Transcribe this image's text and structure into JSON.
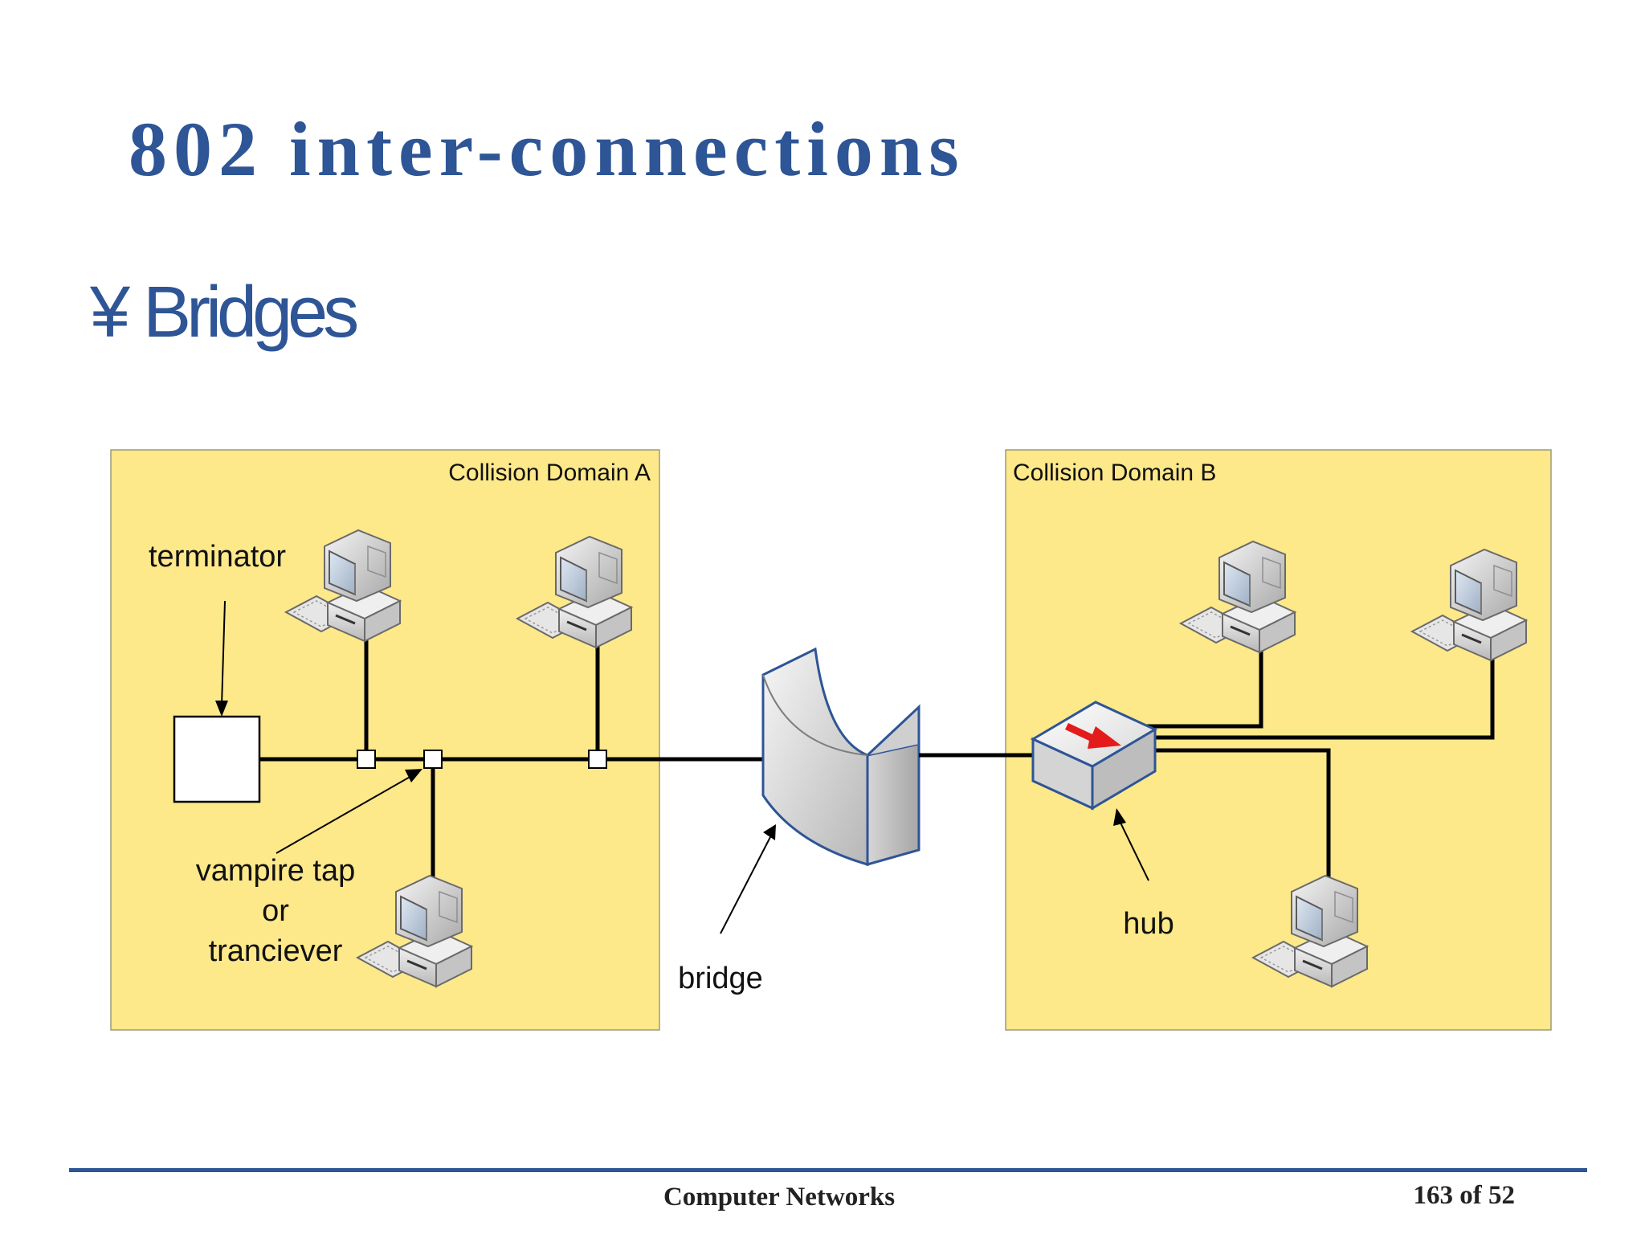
{
  "slide": {
    "title": "802 inter-connections",
    "bullet": {
      "mark": "¥",
      "text": "Bridges"
    }
  },
  "diagram": {
    "domain_a_label": "Collision Domain A",
    "domain_b_label": "Collision Domain B",
    "terminator_label": "terminator",
    "tap_label_line1": "vampire tap",
    "tap_label_line2": "or",
    "tap_label_line3": "tranciever",
    "bridge_label": "bridge",
    "hub_label": "hub",
    "colors": {
      "domain_fill": "#fde88a",
      "cable": "#000000",
      "hub_arrow": "#e31b1b"
    }
  },
  "footer": {
    "course": "Computer Networks",
    "page": "163 of 52"
  }
}
